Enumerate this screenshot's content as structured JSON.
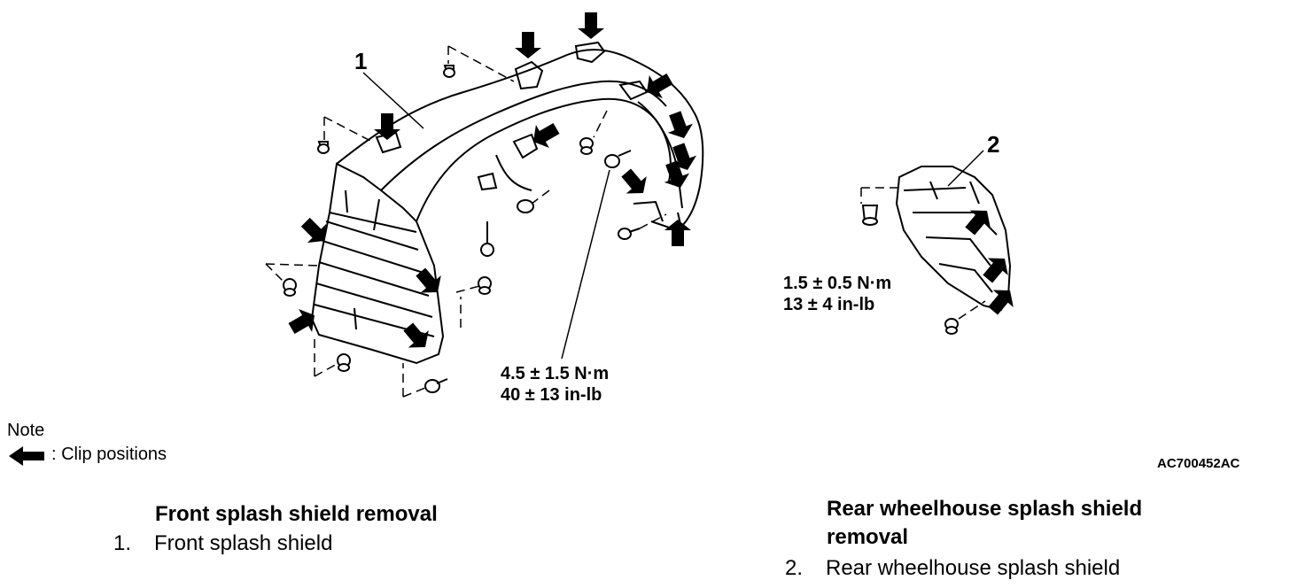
{
  "callouts": {
    "front": "1",
    "rear": "2"
  },
  "torque_front": {
    "metric": "4.5 ± 1.5 N·m",
    "imperial": "40 ± 13 in-lb"
  },
  "torque_rear": {
    "metric": "1.5 ± 0.5 N·m",
    "imperial": "13 ± 4 in-lb"
  },
  "note": {
    "heading": "Note",
    "legend": ": Clip positions",
    "legend_icon": "arrow-left-icon"
  },
  "figure_id": "AC700452AC",
  "captions": {
    "front": {
      "title": "Front splash shield removal",
      "item_num": "1.",
      "item": "Front splash shield"
    },
    "rear": {
      "title_line1": "Rear wheelhouse splash shield",
      "title_line2": "removal",
      "item_num": "2.",
      "item": "Rear wheelhouse splash shield"
    }
  }
}
